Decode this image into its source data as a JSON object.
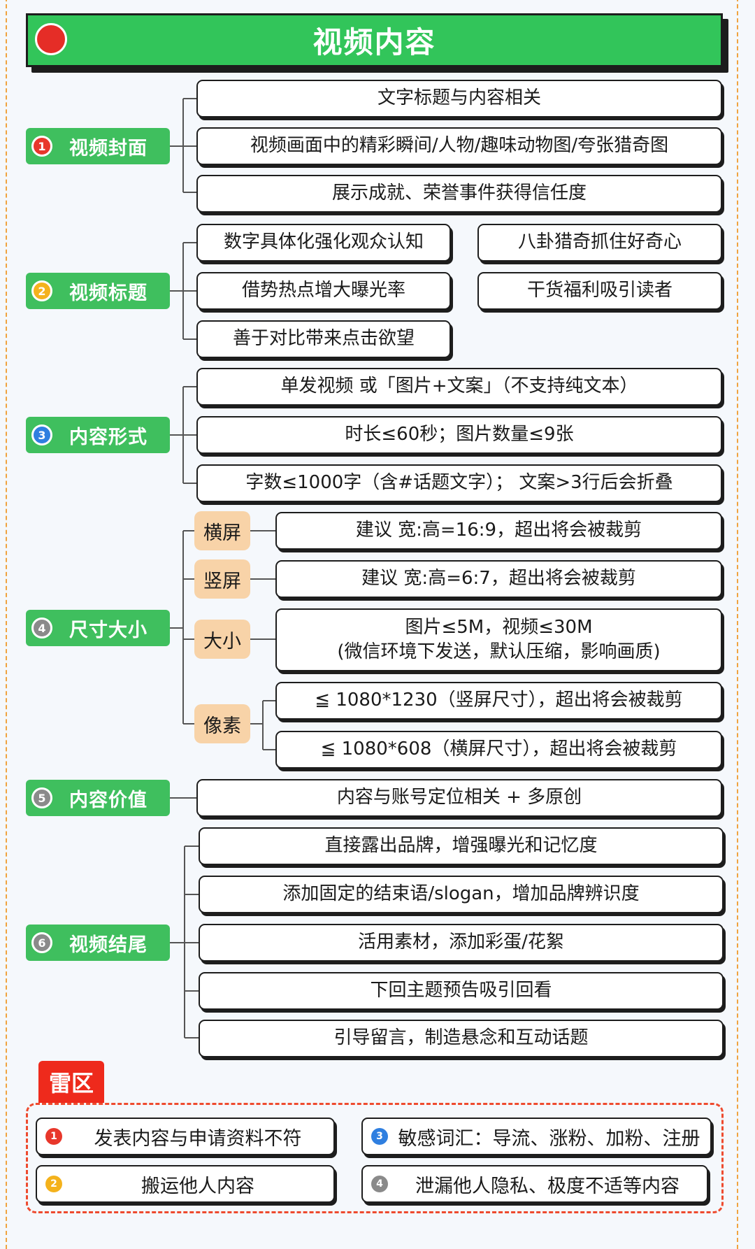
{
  "header": {
    "title": "视频内容"
  },
  "sections": {
    "cover": {
      "num": "1",
      "label": "视频封面",
      "items": [
        "文字标题与内容相关",
        "视频画面中的精彩瞬间/人物/趣味动物图/夸张猎奇图",
        "展示成就、荣誉事件获得信任度"
      ]
    },
    "title": {
      "num": "2",
      "label": "视频标题",
      "items": [
        "数字具体化强化观众认知",
        "八卦猎奇抓住好奇心",
        "借势热点增大曝光率",
        "干货福利吸引读者",
        "善于对比带来点击欲望"
      ]
    },
    "format": {
      "num": "3",
      "label": "内容形式",
      "items": [
        "单发视频 或「图片+文案」（不支持纯文本）",
        "时长≤60秒；图片数量≤9张",
        "字数≤1000字（含#话题文字）； 文案>3行后会折叠"
      ]
    },
    "size": {
      "num": "4",
      "label": "尺寸大小",
      "tags": [
        "横屏",
        "竖屏",
        "大小",
        "像素"
      ],
      "landscape": "建议 宽:高=16:9，超出将会被裁剪",
      "portrait": "建议 宽:高=6:7，超出将会被裁剪",
      "filesize_line1": "图片≤5M，视频≤30M",
      "filesize_line2": "(微信环境下发送，默认压缩，影响画质)",
      "pixel_portrait": "≦ 1080*1230（竖屏尺寸），超出将会被裁剪",
      "pixel_landscape": "≦ 1080*608（横屏尺寸），超出将会被裁剪"
    },
    "value": {
      "num": "5",
      "label": "内容价值",
      "items": [
        "内容与账号定位相关 + 多原创"
      ]
    },
    "ending": {
      "num": "6",
      "label": "视频结尾",
      "items": [
        "直接露出品牌，增强曝光和记忆度",
        "添加固定的结束语/slogan，增加品牌辨识度",
        "活用素材，添加彩蛋/花絮",
        "下回主题预告吸引回看",
        "引导留言，制造悬念和互动话题"
      ]
    }
  },
  "danger": {
    "label": "雷区",
    "items": [
      {
        "num": "1",
        "text": "发表内容与申请资料不符"
      },
      {
        "num": "2",
        "text": "搬运他人内容"
      },
      {
        "num": "3",
        "text": "敏感词汇：导流、涨粉、加粉、注册"
      },
      {
        "num": "4",
        "text": "泄漏他人隐私、极度不适等内容"
      }
    ]
  },
  "colors": {
    "green": "#3fbf5e",
    "header_green": "#32c55a",
    "red": "#e52d27",
    "num1": "#e8372b",
    "num2": "#f4b21c",
    "num3": "#2f7fe0",
    "num4": "#8a8a8a",
    "tag_peach": "#f8d3a8",
    "danger_red": "#ee2a1c",
    "dashed_orange": "#f0a340"
  }
}
